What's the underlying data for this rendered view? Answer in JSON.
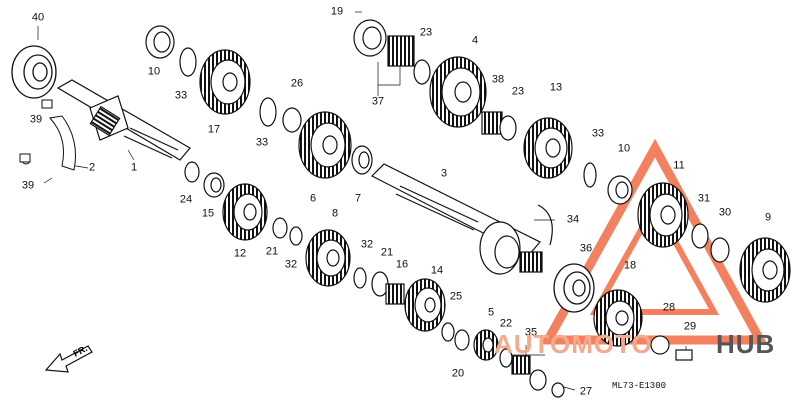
{
  "diagram": {
    "code": "ML73-E1300",
    "direction_label": "FR.",
    "watermark": {
      "left": "AUTOMOTO",
      "right": "HUB",
      "accent_color": "#f26b43"
    },
    "callouts": [
      "1",
      "2",
      "3",
      "4",
      "5",
      "6",
      "7",
      "8",
      "9",
      "10",
      "10",
      "11",
      "12",
      "13",
      "14",
      "15",
      "16",
      "17",
      "18",
      "19",
      "20",
      "21",
      "21",
      "22",
      "23",
      "23",
      "24",
      "25",
      "26",
      "27",
      "28",
      "29",
      "30",
      "31",
      "32",
      "32",
      "33",
      "33",
      "33",
      "34",
      "35",
      "36",
      "37",
      "38",
      "39",
      "39",
      "40"
    ]
  }
}
